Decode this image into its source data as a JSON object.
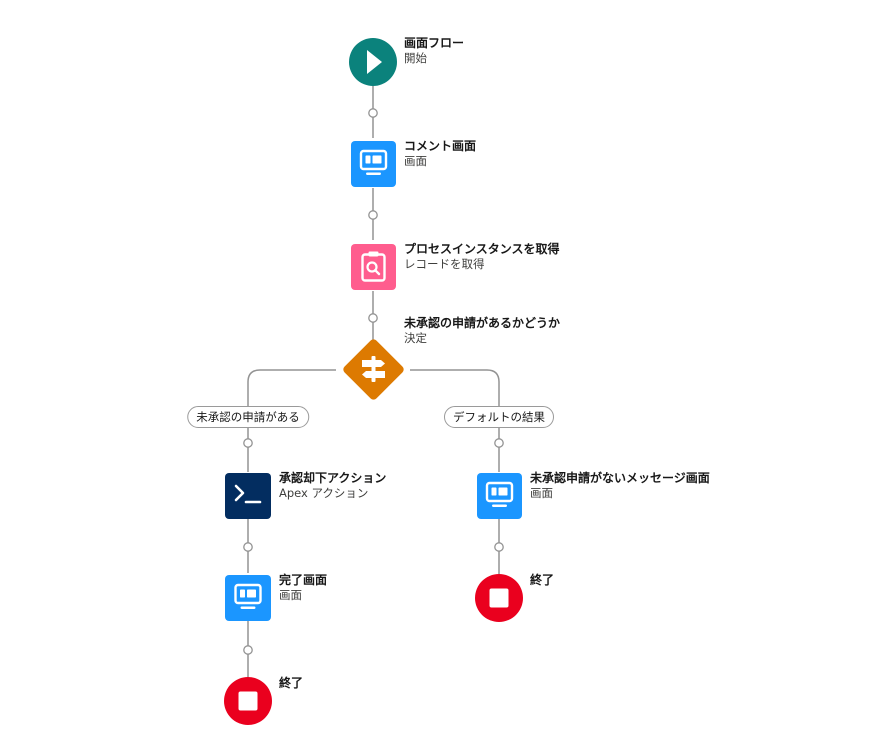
{
  "flow": {
    "start": {
      "title": "画面フロー",
      "subtitle": "開始"
    },
    "comment_screen": {
      "title": "コメント画面",
      "subtitle": "画面"
    },
    "get_process": {
      "title": "プロセスインスタンスを取得",
      "subtitle": "レコードを取得"
    },
    "decision": {
      "title": "未承認の申請があるかどうか",
      "subtitle": "決定"
    },
    "branch_left": {
      "label": "未承認の申請がある"
    },
    "branch_right": {
      "label": "デフォルトの結果"
    },
    "apex_action": {
      "title": "承認却下アクション",
      "subtitle": "Apex アクション"
    },
    "complete_screen": {
      "title": "完了画面",
      "subtitle": "画面"
    },
    "end_left": {
      "title": "終了"
    },
    "no_pending_screen": {
      "title": "未承認申請がないメッセージ画面",
      "subtitle": "画面"
    },
    "end_right": {
      "title": "終了"
    }
  },
  "colors": {
    "start": "#0b827c",
    "screen": "#1b96ff",
    "get_records": "#ff5d8e",
    "decision": "#dd7a01",
    "apex": "#032d60",
    "end": "#ea001e",
    "connector": "#939393"
  }
}
